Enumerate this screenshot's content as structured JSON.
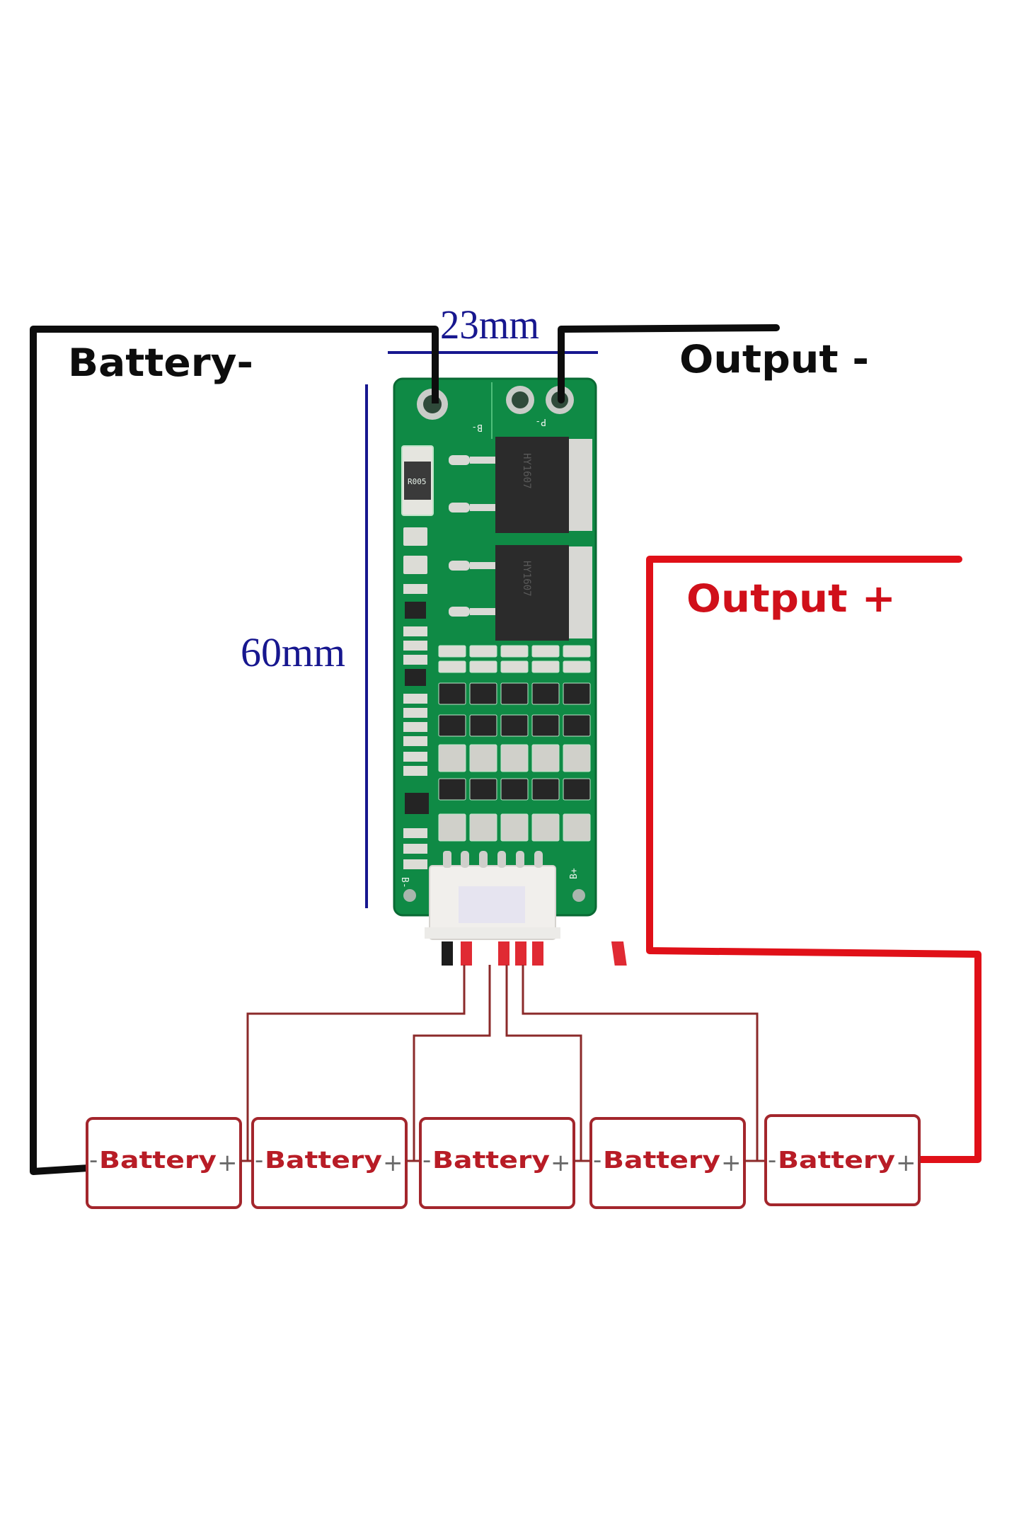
{
  "labels": {
    "battery_negative": "Battery-",
    "output_negative": "Output -",
    "output_positive": "Output +"
  },
  "dimensions": {
    "width": "23mm",
    "height": "60mm"
  },
  "pcb": {
    "pad_left_label": "B-",
    "pad_right_label": "P-",
    "connector_left_label": "B-",
    "connector_right_label": "B+",
    "shunt_resistor_marking": "R005",
    "mosfet_marking": "HY1607",
    "mosfet_count": 2,
    "balance_wire_colors": [
      "black",
      "red",
      "red",
      "red",
      "red",
      "red"
    ]
  },
  "batteries": [
    {
      "minus": "-",
      "label": "Battery",
      "plus": "+"
    },
    {
      "minus": "-",
      "label": "Battery",
      "plus": "+"
    },
    {
      "minus": "-",
      "label": "Battery",
      "plus": "+"
    },
    {
      "minus": "-",
      "label": "Battery",
      "plus": "+"
    },
    {
      "minus": "-",
      "label": "Battery",
      "plus": "+"
    }
  ],
  "colors": {
    "negative_wire": "#0d0d0d",
    "positive_wire": "#e01018",
    "balance_wire": "#8b2a2a",
    "dimension_line": "#17178f",
    "pcb_green": "#0f8a45",
    "battery_border": "#a3262c",
    "battery_text": "#b81c26"
  }
}
